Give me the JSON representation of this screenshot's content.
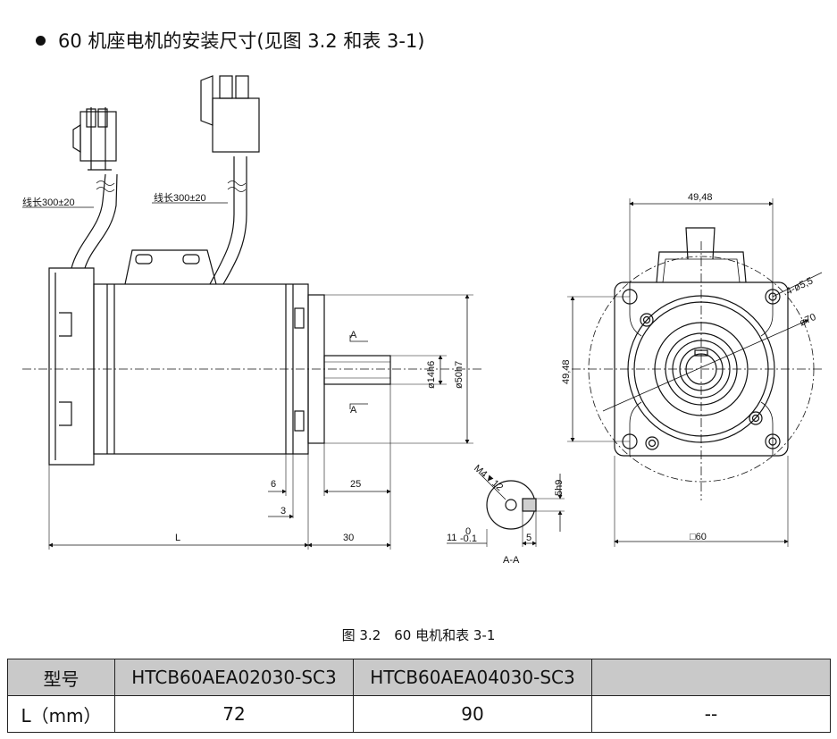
{
  "heading": {
    "text": "60 机座电机的安装尺寸(见图 3.2 和表 3-1)"
  },
  "drawing": {
    "cable_length_1": "线长300±20",
    "cable_length_2": "线长300±20",
    "dim_L": "L",
    "dim_30": "30",
    "dim_6": "6",
    "dim_3": "3",
    "dim_25": "25",
    "dim_shaft": "ø14h6",
    "dim_pilot": "ø50h7",
    "section_mark_top": "A",
    "section_mark_bottom": "A",
    "dim_thread": "M4▼12",
    "dim_5h9": "5h9",
    "dim_11": "11",
    "dim_11_tol_upper": "0",
    "dim_11_tol_lower": "-0.1",
    "dim_5": "5",
    "section_label": "A-A",
    "dim_top_width": "49,48",
    "dim_side_height": "49,48",
    "dim_holes": "4-ø5,5",
    "dim_pcd": "ø70",
    "dim_square": "□60"
  },
  "caption": "图 3.2　60 电机和表 3-1",
  "table": {
    "rows": [
      [
        "型号",
        "HTCB60AEA02030-SC3",
        "HTCB60AEA04030-SC3",
        ""
      ],
      [
        "L（mm）",
        "72",
        "90",
        "--"
      ]
    ]
  }
}
